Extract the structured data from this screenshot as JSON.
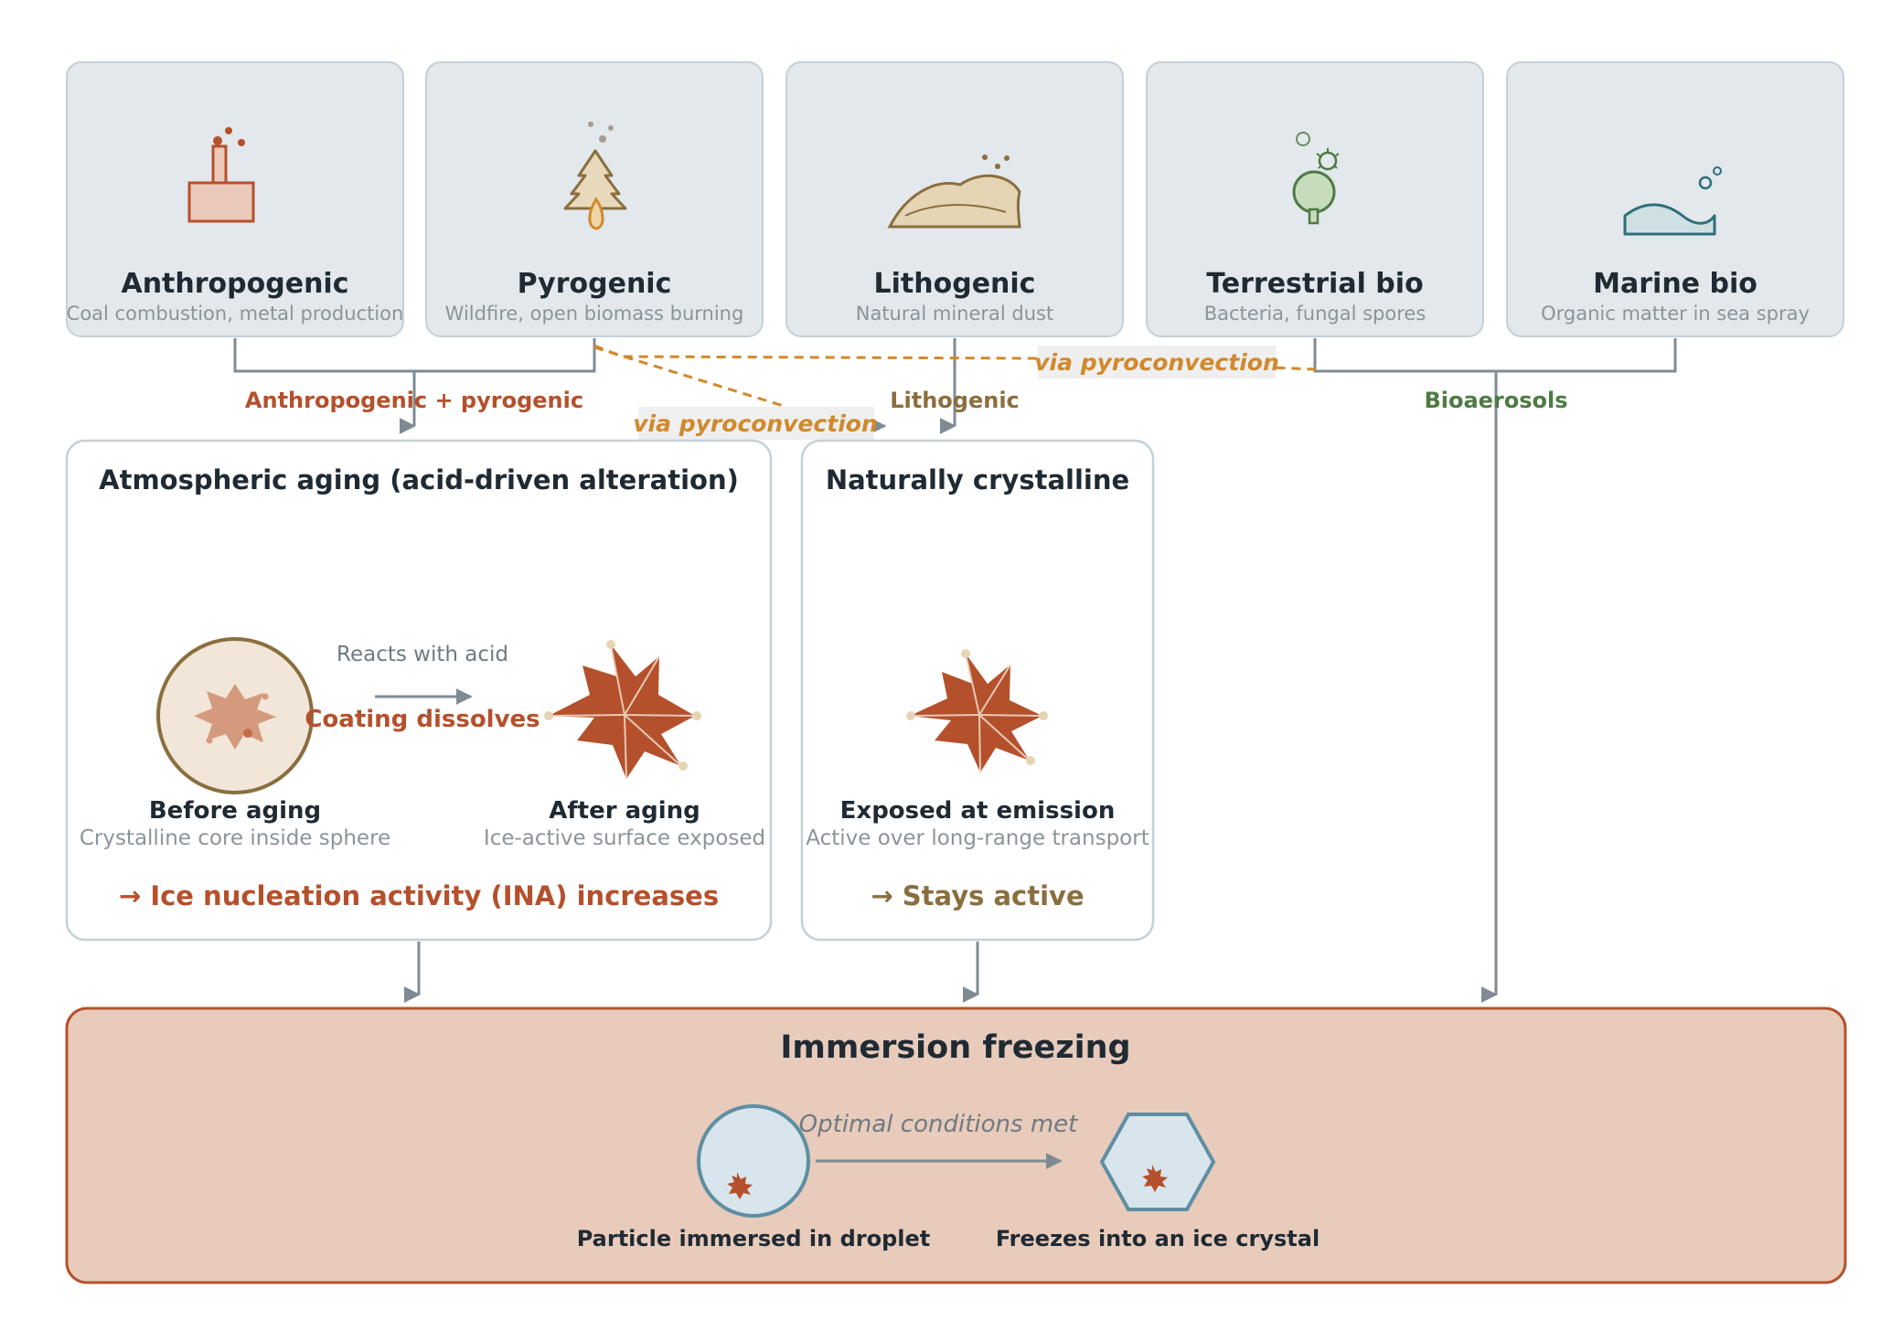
{
  "sources": [
    {
      "title": "Anthropogenic",
      "subtitle": "Coal combustion, metal production",
      "icon": "factory-icon"
    },
    {
      "title": "Pyrogenic",
      "subtitle": "Wildfire, open biomass burning",
      "icon": "burning-tree-icon"
    },
    {
      "title": "Lithogenic",
      "subtitle": "Natural mineral dust",
      "icon": "dust-mound-icon"
    },
    {
      "title": "Terrestrial bio",
      "subtitle": "Bacteria, fungal spores",
      "icon": "spores-icon"
    },
    {
      "title": "Marine bio",
      "subtitle": "Organic matter in sea spray",
      "icon": "sea-spray-icon"
    }
  ],
  "links": {
    "anthro_pyro": "Anthropogenic + pyrogenic",
    "lithogenic": "Lithogenic",
    "bioaerosols": "Bioaerosols",
    "pyroconvection_1": "via pyroconvection",
    "pyroconvection_2": "via pyroconvection"
  },
  "aging": {
    "title": "Atmospheric aging (acid-driven alteration)",
    "reacts": "Reacts with acid",
    "coating": "Coating dissolves",
    "before_title": "Before aging",
    "before_sub": "Crystalline core inside sphere",
    "after_title": "After aging",
    "after_sub": "Ice-active surface exposed",
    "result": "→ Ice nucleation activity (INA) increases"
  },
  "crystalline": {
    "title": "Naturally crystalline",
    "label_title": "Exposed at emission",
    "label_sub": "Active over long-range transport",
    "result": "→ Stays active"
  },
  "freezing": {
    "title": "Immersion freezing",
    "condition": "Optimal conditions met",
    "left_label": "Particle immersed in droplet",
    "right_label": "Freezes into an ice crystal"
  },
  "colors": {
    "card_fill": "#e2e8ec",
    "card_stroke": "#c5d0d6",
    "connector": "#7e8b94",
    "anthro": "#b5502c",
    "pyro_dash": "#d0892c",
    "litho": "#8a6e3e",
    "bio": "#4f7a45",
    "marine": "#2e6f78",
    "freezing_fill": "#e8cbbb",
    "freezing_stroke": "#b5502c"
  }
}
